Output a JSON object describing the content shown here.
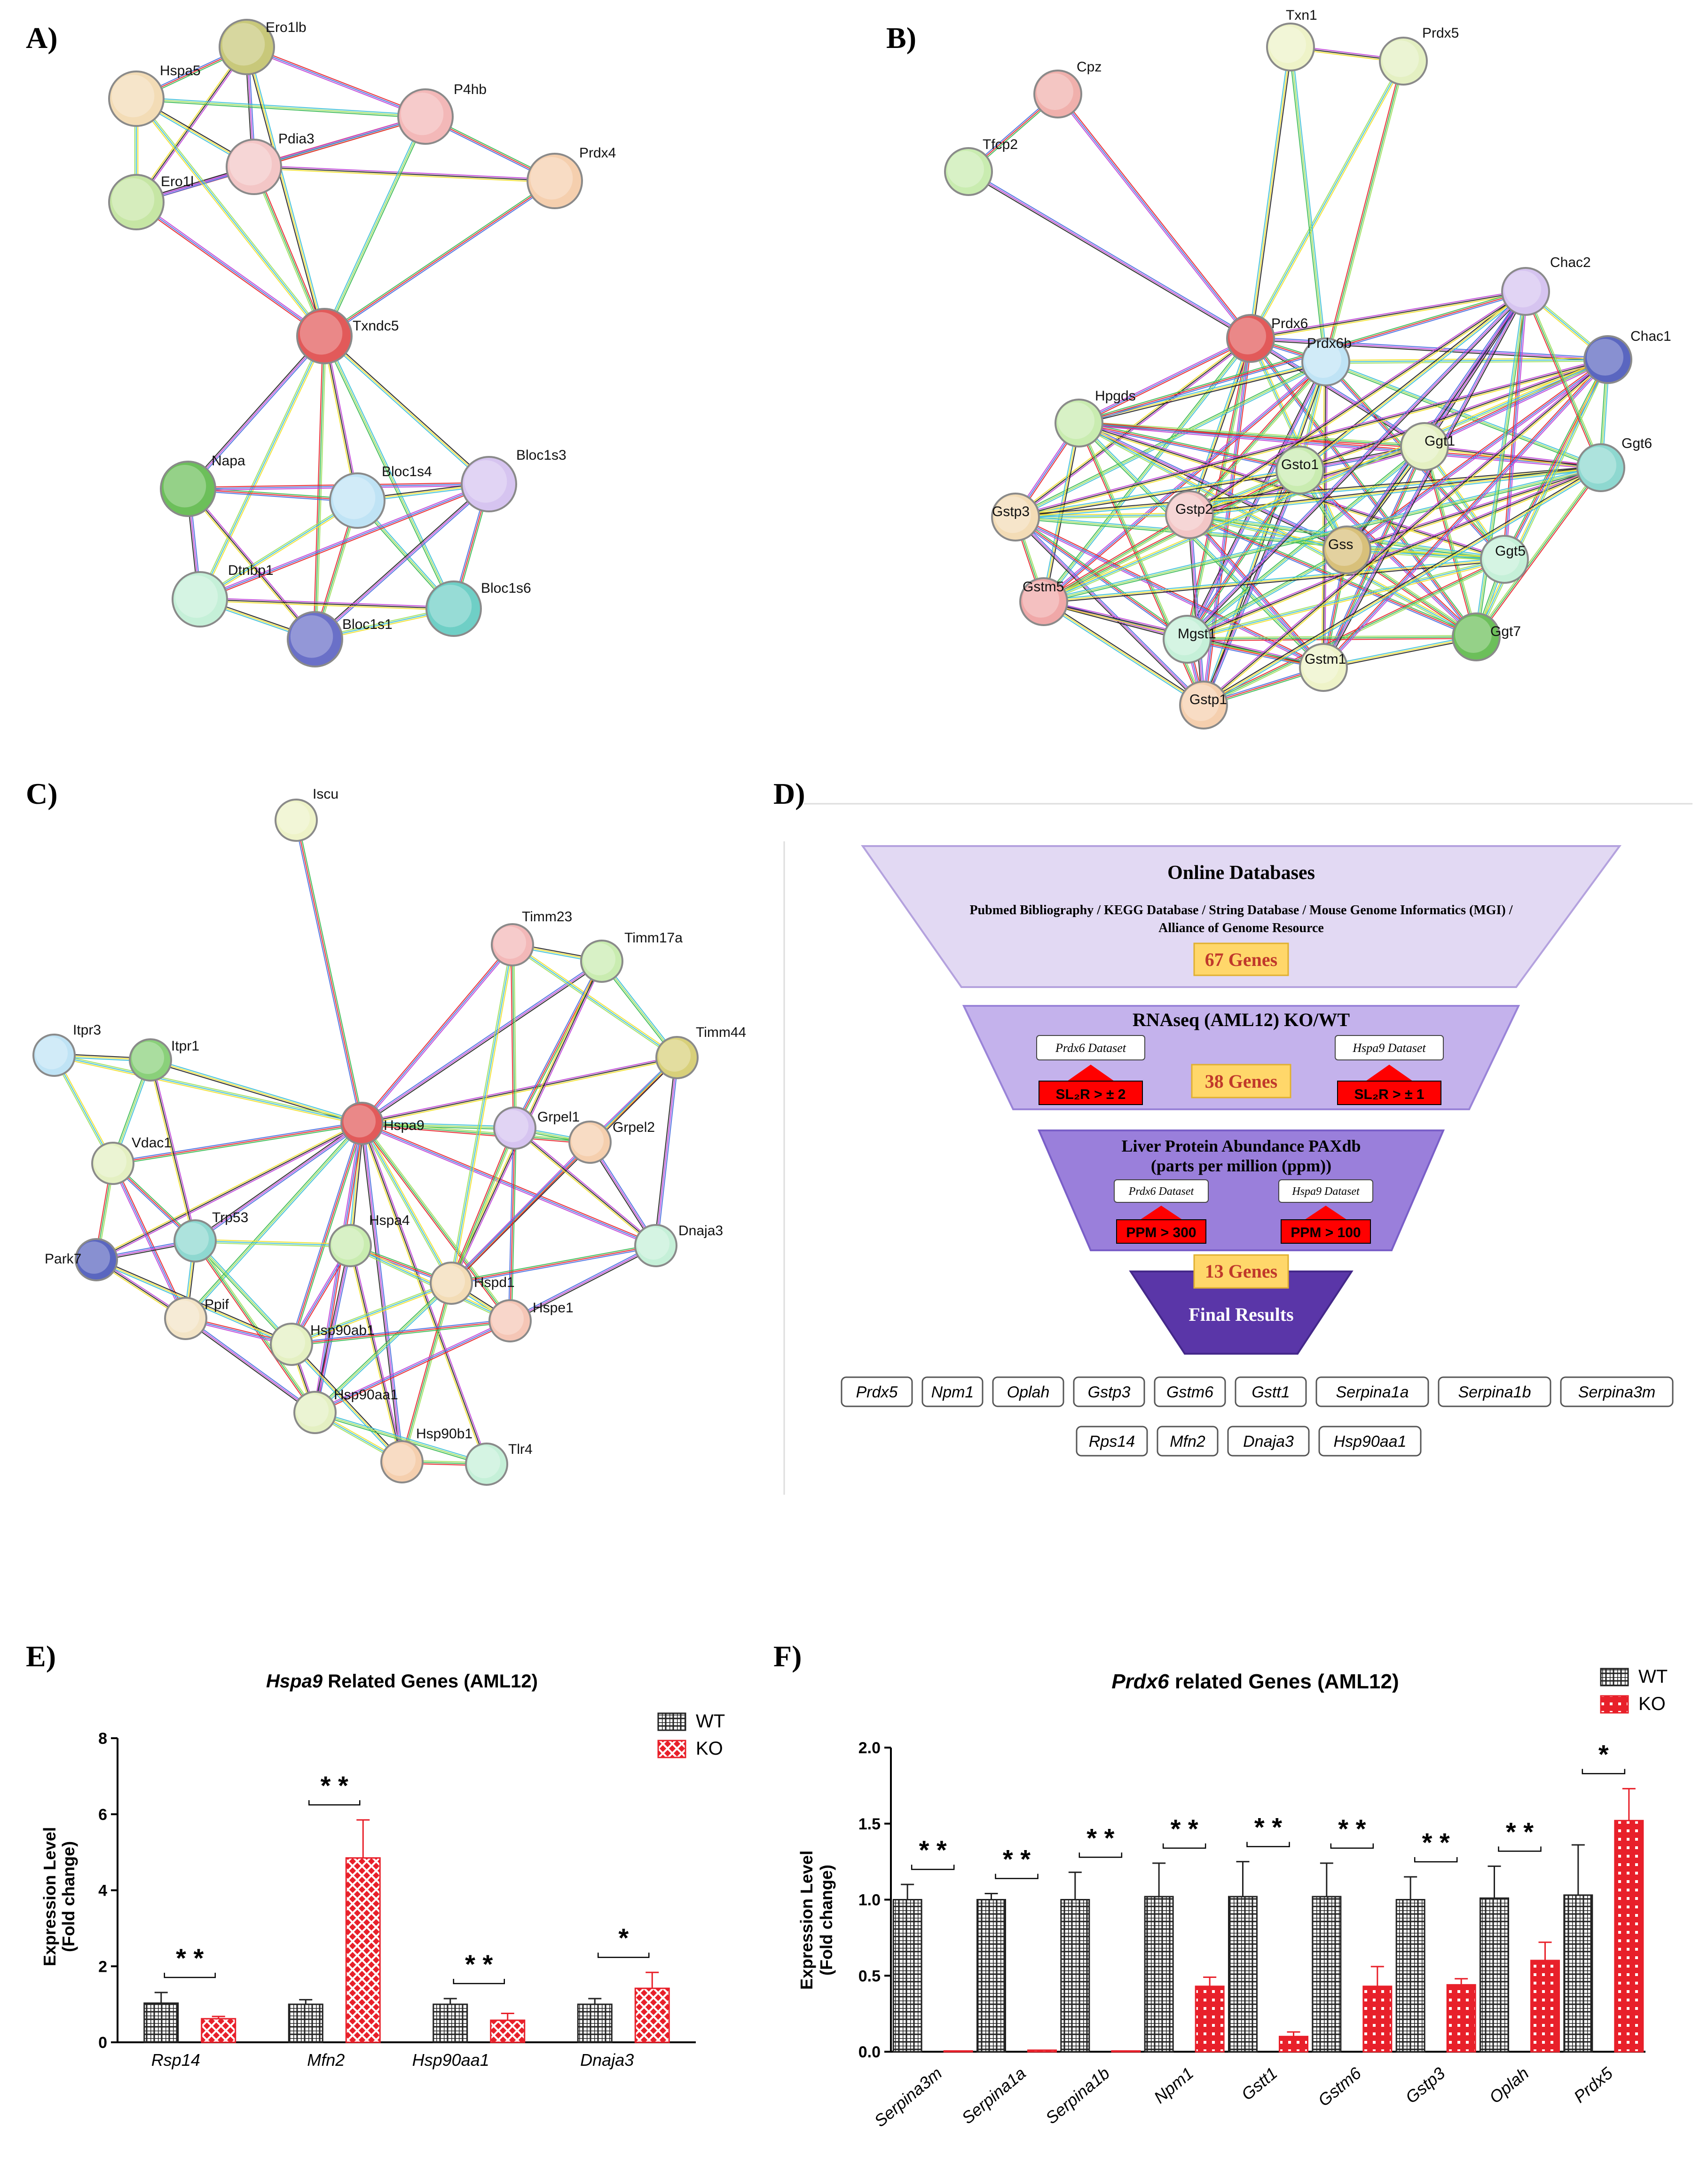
{
  "panel_labels": {
    "A": "A)",
    "B": "B)",
    "C": "C)",
    "D": "D)",
    "E": "E)",
    "F": "F)"
  },
  "networks": {
    "A": {
      "nodes": [
        {
          "id": "Ero1lb",
          "color": "#c8c87a"
        },
        {
          "id": "Hspa5",
          "color": "#f3dcb6"
        },
        {
          "id": "P4hb",
          "color": "#f3b8b8"
        },
        {
          "id": "Pdia3",
          "color": "#f3c6c6"
        },
        {
          "id": "Prdx4",
          "color": "#f5cfae"
        },
        {
          "id": "Ero1l",
          "color": "#c6e6a4"
        },
        {
          "id": "Txndc5",
          "color": "#e25a5a"
        },
        {
          "id": "Napa",
          "color": "#6cbf5a"
        },
        {
          "id": "Bloc1s4",
          "color": "#bfe3f5"
        },
        {
          "id": "Bloc1s3",
          "color": "#d6c4f0"
        },
        {
          "id": "Dtnbp1",
          "color": "#c5f0d8"
        },
        {
          "id": "Bloc1s6",
          "color": "#6fcfc6"
        },
        {
          "id": "Bloc1s1",
          "color": "#6a70c8"
        }
      ]
    },
    "B": {
      "nodes": [
        {
          "id": "Txn1",
          "color": "#eef3c8"
        },
        {
          "id": "Prdx5",
          "color": "#e4f0c2"
        },
        {
          "id": "Cpz",
          "color": "#f0b0ac"
        },
        {
          "id": "Tfcp2",
          "color": "#c9ecb0"
        },
        {
          "id": "Chac2",
          "color": "#d6c4f0"
        },
        {
          "id": "Prdx6",
          "color": "#e25a5a"
        },
        {
          "id": "Prdx6b",
          "color": "#bfe3f5"
        },
        {
          "id": "Chac1",
          "color": "#5a66c0"
        },
        {
          "id": "Hpgds",
          "color": "#c9ecb0"
        },
        {
          "id": "Ggt1",
          "color": "#e4f0c2"
        },
        {
          "id": "Gsto1",
          "color": "#c9ecb0"
        },
        {
          "id": "Ggt6",
          "color": "#8ed8d0"
        },
        {
          "id": "Gstp3",
          "color": "#f3dcb6"
        },
        {
          "id": "Gstp2",
          "color": "#f3c6c6"
        },
        {
          "id": "Gss",
          "color": "#d8c07a"
        },
        {
          "id": "Ggt5",
          "color": "#c5f0d8"
        },
        {
          "id": "Gstm5",
          "color": "#f0a8a8"
        },
        {
          "id": "Mgst1",
          "color": "#c5f0d8"
        },
        {
          "id": "Ggt7",
          "color": "#6cbf5a"
        },
        {
          "id": "Gstm1",
          "color": "#eef3c8"
        },
        {
          "id": "Gstp1",
          "color": "#f5cfae"
        }
      ]
    },
    "C": {
      "nodes": [
        {
          "id": "Iscu",
          "color": "#eef3c8"
        },
        {
          "id": "Timm23",
          "color": "#f3b8b8"
        },
        {
          "id": "Timm17a",
          "color": "#c9ecb0"
        },
        {
          "id": "Timm44",
          "color": "#d8d07a"
        },
        {
          "id": "Itpr3",
          "color": "#bfe3f5"
        },
        {
          "id": "Itpr1",
          "color": "#8ad07a"
        },
        {
          "id": "Hspa9",
          "color": "#e25a5a"
        },
        {
          "id": "Grpel1",
          "color": "#d6c4f0"
        },
        {
          "id": "Grpel2",
          "color": "#f5cfae"
        },
        {
          "id": "Vdac1",
          "color": "#e4f0c2"
        },
        {
          "id": "Dnaja3",
          "color": "#c5f0d8"
        },
        {
          "id": "Trp53",
          "color": "#8ed8d0"
        },
        {
          "id": "Park7",
          "color": "#5a66c0"
        },
        {
          "id": "Hspa4",
          "color": "#c9ecb0"
        },
        {
          "id": "Hspd1",
          "color": "#f3dcb6"
        },
        {
          "id": "Ppif",
          "color": "#f3e4c6"
        },
        {
          "id": "Hspe1",
          "color": "#f5c6b6"
        },
        {
          "id": "Hsp90ab1",
          "color": "#e4f0c2"
        },
        {
          "id": "Hsp90aa1",
          "color": "#e4f0c2"
        },
        {
          "id": "Hsp90b1",
          "color": "#f5cfae"
        },
        {
          "id": "Tlr4",
          "color": "#c5f0d8"
        }
      ]
    }
  },
  "funnel": {
    "level1": {
      "title": "Online Databases",
      "subtitle_line1": "Pubmed Bibliography / KEGG Database / String Database / Mouse Genome Informatics (MGI) /",
      "subtitle_line2": "Alliance of Genome Resource",
      "count": "67 Genes"
    },
    "level2": {
      "title": "RNAseq (AML12) KO/WT",
      "left_dataset": "Prdx6 Dataset",
      "right_dataset": "Hspa9 Dataset",
      "left_filter": "SL₂R > ± 2",
      "right_filter": "SL₂R > ± 1",
      "count": "38 Genes"
    },
    "level3": {
      "title_line1": "Liver Protein Abundance PAXdb",
      "title_line2": "(parts per million (ppm))",
      "left_dataset": "Prdx6 Dataset",
      "right_dataset": "Hspa9 Dataset",
      "left_filter": "PPM > 300",
      "right_filter": "PPM > 100",
      "count": "13 Genes"
    },
    "level4": {
      "title": "Final Results"
    },
    "genes_row1": [
      "Prdx5",
      "Npm1",
      "Oplah",
      "Gstp3",
      "Gstm6",
      "Gstt1",
      "Serpina1a",
      "Serpina1b",
      "Serpina3m"
    ],
    "genes_row2": [
      "Rps14",
      "Mfn2",
      "Dnaja3",
      "Hsp90aa1"
    ],
    "colors": {
      "level1": "#e2d9f3",
      "level2": "#c4b2ec",
      "level3": "#9a7fdb",
      "level4": "#5a36a8",
      "count_box": "#ffd76a",
      "count_text": "#c0392b",
      "filter": "#ff0000"
    }
  },
  "chart_data": [
    {
      "type": "bar",
      "panel": "E",
      "title_italic": "Hspa9",
      "title_rest": " Related Genes (AML12)",
      "ylabel_line1": "Expression Level",
      "ylabel_line2": "(Fold change)",
      "categories": [
        "Rsp14",
        "Mfn2",
        "Hsp90aa1",
        "Dnaja3"
      ],
      "ylim": [
        0,
        8
      ],
      "yticks": [
        "0",
        "2",
        "4",
        "6",
        "8"
      ],
      "legend": "top-right",
      "series": [
        {
          "name": "WT",
          "values": [
            1.03,
            1.0,
            1.0,
            1.0
          ],
          "errors": [
            0.28,
            0.12,
            0.15,
            0.15
          ],
          "color": "#222222",
          "pattern": "grid"
        },
        {
          "name": "KO",
          "values": [
            0.62,
            4.85,
            0.58,
            1.42
          ],
          "errors": [
            0.06,
            1.0,
            0.18,
            0.42
          ],
          "color": "#e8202a",
          "pattern": "check"
        }
      ],
      "significance": [
        "* *",
        "* *",
        "* *",
        "*"
      ]
    },
    {
      "type": "bar",
      "panel": "F",
      "title_italic": "Prdx6",
      "title_rest": " related Genes (AML12)",
      "ylabel_line1": "Expression Level",
      "ylabel_line2": "(Fold change)",
      "categories": [
        "Serpina3m",
        "Serpina1a",
        "Serpina1b",
        "Npm1",
        "Gstt1",
        "Gstm6",
        "Gstp3",
        "Oplah",
        "Prdx5"
      ],
      "ylim": [
        0,
        2.0
      ],
      "yticks": [
        "0.0",
        "0.5",
        "1.0",
        "1.5",
        "2.0"
      ],
      "legend": "top-right",
      "series": [
        {
          "name": "WT",
          "values": [
            1.0,
            1.0,
            1.0,
            1.02,
            1.02,
            1.02,
            1.0,
            1.01,
            1.03
          ],
          "errors": [
            0.1,
            0.04,
            0.18,
            0.22,
            0.23,
            0.22,
            0.15,
            0.21,
            0.33
          ],
          "color": "#222222",
          "pattern": "grid"
        },
        {
          "name": "KO",
          "values": [
            0.005,
            0.01,
            0.005,
            0.43,
            0.1,
            0.43,
            0.44,
            0.6,
            1.52
          ],
          "errors": [
            0,
            0,
            0,
            0.06,
            0.03,
            0.13,
            0.04,
            0.12,
            0.21
          ],
          "color": "#e8202a",
          "pattern": "dots"
        }
      ],
      "significance": [
        "* *",
        "* *",
        "* *",
        "* *",
        "* *",
        "* *",
        "* *",
        "* *",
        "*"
      ]
    }
  ]
}
